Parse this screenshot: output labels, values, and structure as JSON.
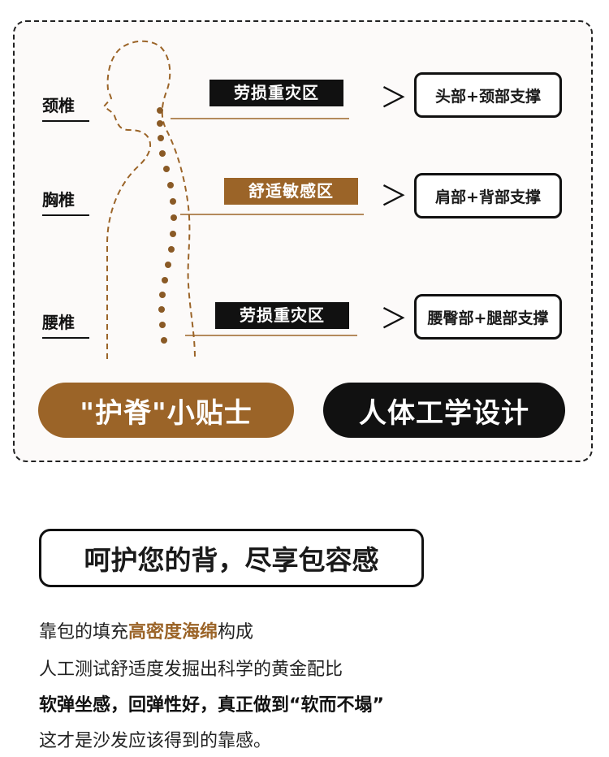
{
  "spine_labels": {
    "cervical": "颈椎",
    "thoracic": "胸椎",
    "lumbar": "腰椎"
  },
  "zones": {
    "top": "劳损重灾区",
    "middle": "舒适敏感区",
    "bottom": "劳损重灾区"
  },
  "arrow_glyph": "＞",
  "supports": {
    "top": "头部+颈部支撑",
    "middle": "肩部+背部支撑",
    "bottom": "腰臀部+腿部支撑"
  },
  "pills": {
    "tips": "\"护脊\"小贴士",
    "ergonomic": "人体工学设计"
  },
  "headline": "呵护您的背，尽享包容感",
  "paragraph": {
    "line1_prefix": "靠包的填充",
    "line1_highlight": "高密度海绵",
    "line1_suffix": "构成",
    "line2": "人工测试舒适度发掘出科学的黄金配比",
    "line3": "软弹坐感，回弹性好，真正做到“软而不塌”",
    "line4": "这才是沙发应该得到的靠感。"
  },
  "colors": {
    "accent_brown": "#9b6428",
    "black": "#111111",
    "spine_dot": "#8a5a26"
  }
}
